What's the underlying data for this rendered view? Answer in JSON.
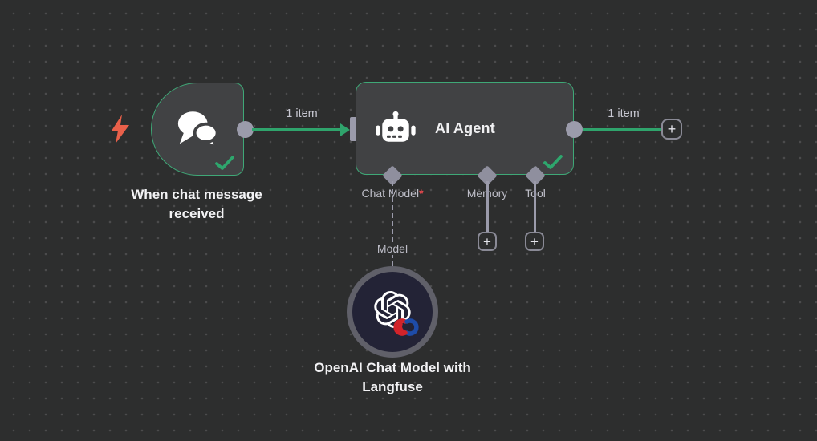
{
  "canvas": {
    "background_color": "#2d2e2e",
    "dot_color": "#4b4b4c"
  },
  "colors": {
    "node_fill": "#414244",
    "node_border_green": "#3fa877",
    "connection_green": "#2fa46c",
    "connector_gray": "#9b9bab",
    "diamond_gray": "#8f8f9e",
    "label_gray": "#bdbdc7",
    "item_label_gray": "#c8c8d2",
    "required_red": "#e5484d",
    "trigger_bolt_red": "#e9604a",
    "subnode_fill": "#232336",
    "subnode_ring": "#606069",
    "checkmark_green": "#2ea66d",
    "title_white": "#f0f0f2",
    "langfuse_red": "#d2232a",
    "langfuse_blue": "#1e4ca8"
  },
  "nodes": {
    "trigger": {
      "caption": "When chat message received",
      "icon": "chat-bubbles-icon",
      "status": "success"
    },
    "agent": {
      "title": "AI Agent",
      "icon": "robot-icon",
      "status": "success",
      "ports": [
        {
          "label": "Chat Model",
          "required": true
        },
        {
          "label": "Memory",
          "required": false
        },
        {
          "label": "Tool",
          "required": false
        }
      ]
    },
    "model": {
      "caption": "OpenAI Chat Model with Langfuse",
      "icon": "openai-langfuse-icon",
      "port_label": "Model"
    }
  },
  "connections": {
    "trigger_to_agent_label": "1 item",
    "agent_output_label": "1 item"
  },
  "buttons": {
    "add_memory": "+",
    "add_tool": "+",
    "add_next": "+"
  },
  "required_marker": "*"
}
